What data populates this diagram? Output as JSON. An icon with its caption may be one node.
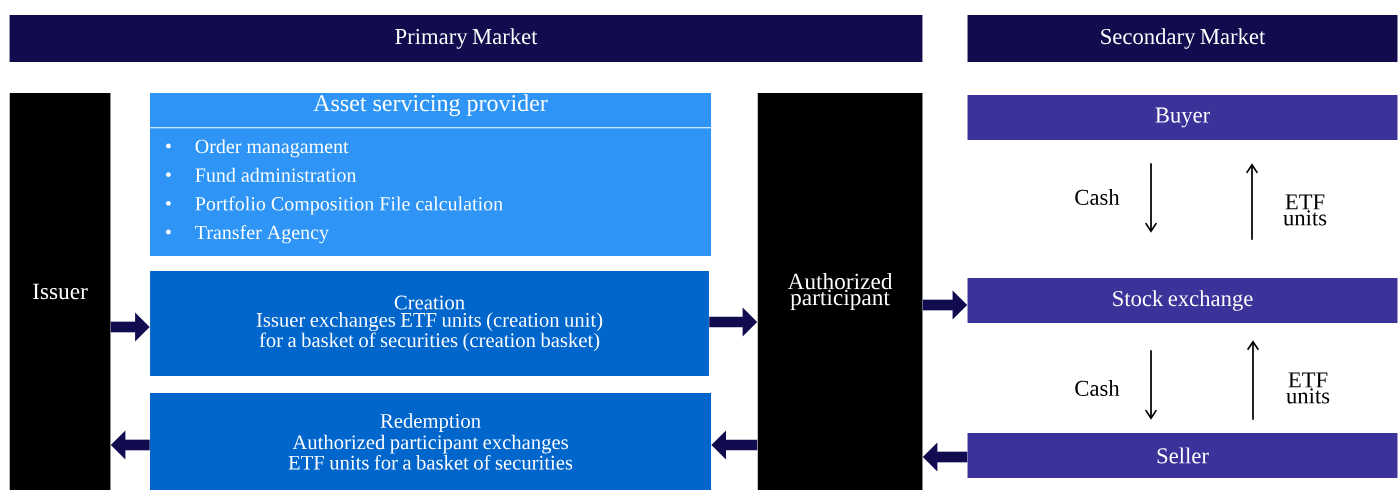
{
  "diagram": {
    "nodes": [
      {
        "text": [
          "Primary Market"
        ]
      },
      {
        "text": [
          "Secondary Market"
        ]
      },
      {
        "text": [
          "Issuer"
        ]
      },
      {
        "text": [
          "Asset servicing provider",
          "Order managament",
          "Fund administration",
          "Portfolio Composition File calculation",
          "Transfer Agency"
        ]
      },
      {
        "text": [
          "Creation",
          "Issuer exchanges ETF units (creation unit) for a basket of securities (creation basket)"
        ]
      },
      {
        "text": [
          "Redemption",
          "Authorized participant exchanges ETF units for a basket of securities"
        ]
      },
      {
        "text": [
          "Authorized participant"
        ]
      },
      {
        "text": [
          "Buyer"
        ]
      },
      {
        "text": [
          "Stock exchange"
        ]
      },
      {
        "text": [
          "Seller"
        ]
      }
    ],
    "edges": [
      {
        "from": 2,
        "to": 4,
        "arrow": "to"
      },
      {
        "from": 4,
        "to": 6,
        "arrow": "to"
      },
      {
        "from": 6,
        "to": 5,
        "arrow": "to"
      },
      {
        "from": 5,
        "to": 2,
        "arrow": "to"
      },
      {
        "from": 6,
        "to": 8,
        "arrow": "to"
      },
      {
        "from": 9,
        "to": 6,
        "arrow": "to"
      },
      {
        "from": 7,
        "to": 8,
        "arrow": "to",
        "label": "Cash",
        "color": "#000000"
      },
      {
        "from": 8,
        "to": 7,
        "arrow": "to",
        "label": "ETF units",
        "color": "#000000"
      },
      {
        "from": 8,
        "to": 9,
        "arrow": "to",
        "label": "Cash",
        "color": "#000000"
      },
      {
        "from": 9,
        "to": 8,
        "arrow": "to",
        "label": "ETF units",
        "color": "#000000"
      }
    ]
  }
}
